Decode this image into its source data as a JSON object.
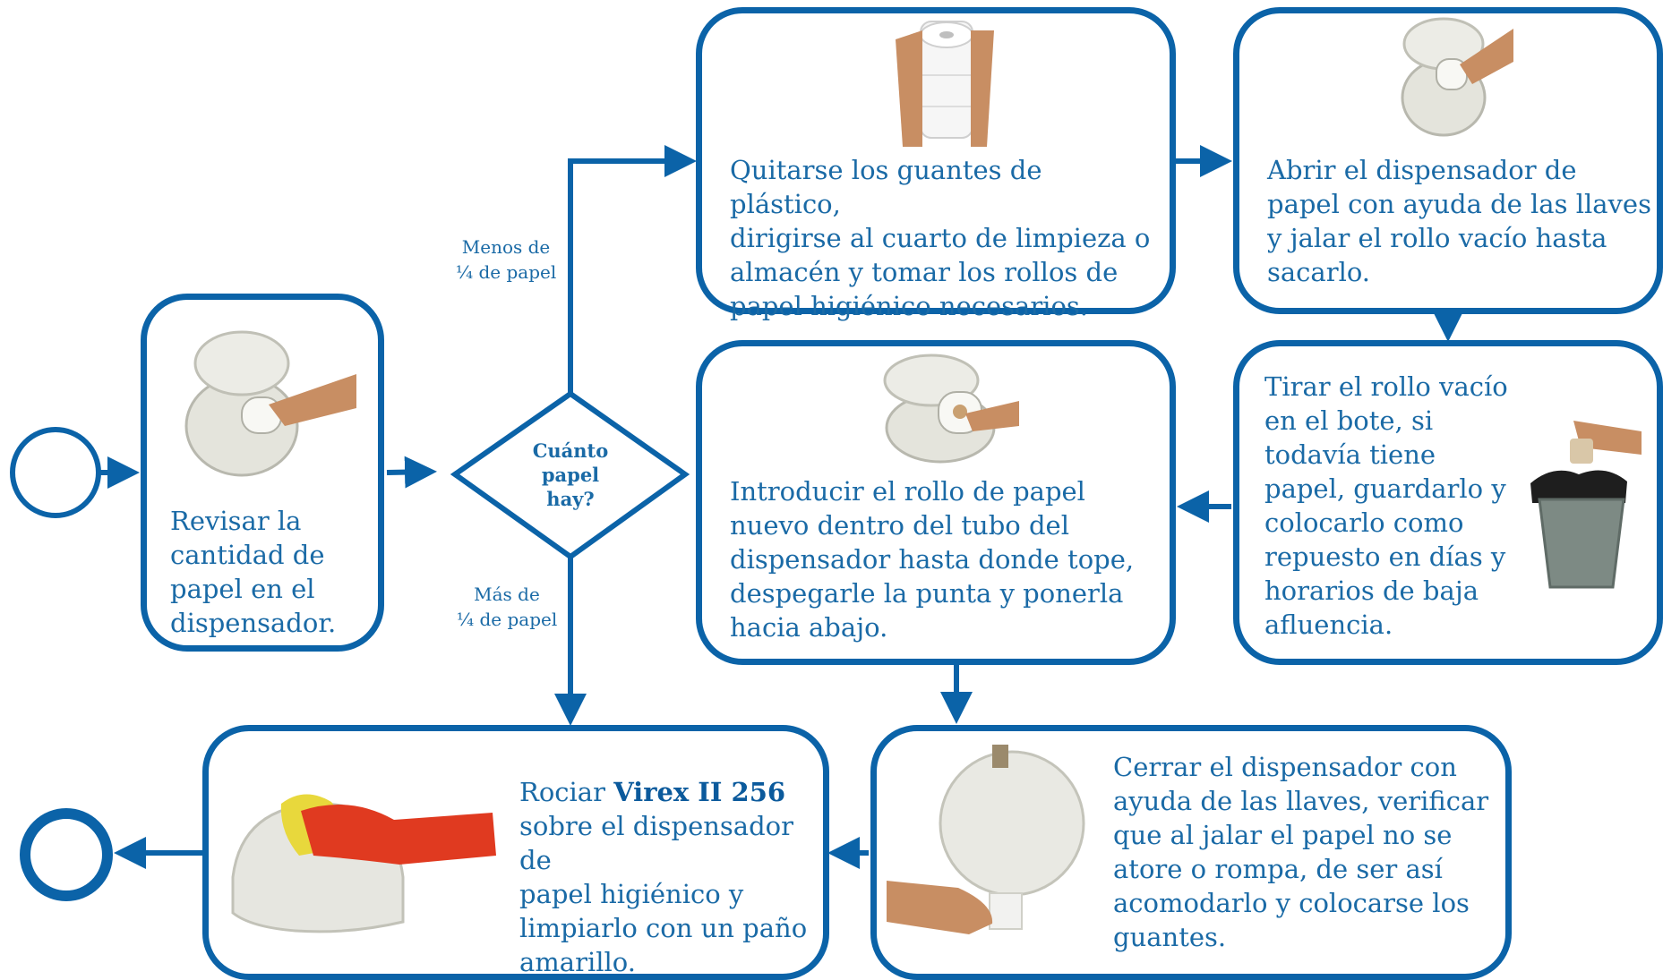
{
  "start_label": "",
  "end_label": "",
  "decision": {
    "text": "Cuánto\npapel\nhay?"
  },
  "branches": {
    "less": "Menos de\n¼ de papel",
    "more": "Más de\n¼ de papel"
  },
  "steps": {
    "revisar": "Revisar la\ncantidad de\npapel en el\ndispensador.",
    "quitarse": "Quitarse los guantes de plástico,\ndirigirse al cuarto de limpieza o\nalmacén y tomar los rollos de\npapel higiénico necesarios.",
    "abrir": "Abrir el dispensador de\npapel con ayuda de las llaves\ny jalar el rollo vacío hasta\nsacarlo.",
    "tirar": "Tirar el rollo vacío\nen el bote, si\ntodavía tiene\npapel, guardarlo y\ncolocarlo como\nrepuesto en días y\nhorarios de baja\nafluencia.",
    "introducir": "Introducir el rollo de papel\nnuevo dentro del tubo del\ndispensador  hasta donde tope,\ndespegarle la punta y ponerla\nhacia abajo.",
    "cerrar": "Cerrar el dispensador  con\nayuda de las llaves, verificar\nque al jalar el papel no se\natore o rompa, de ser así\nacomodarlo y colocarse los\nguantes.",
    "rociar_pre": "Rociar ",
    "rociar_product": "Virex II 256",
    "rociar_post": "\nsobre el dispensador de\npapel higiénico y\nlimpiarlo con un paño\namarillo."
  },
  "colors": {
    "accent": "#0b63a8",
    "text": "#1a6aa6"
  }
}
